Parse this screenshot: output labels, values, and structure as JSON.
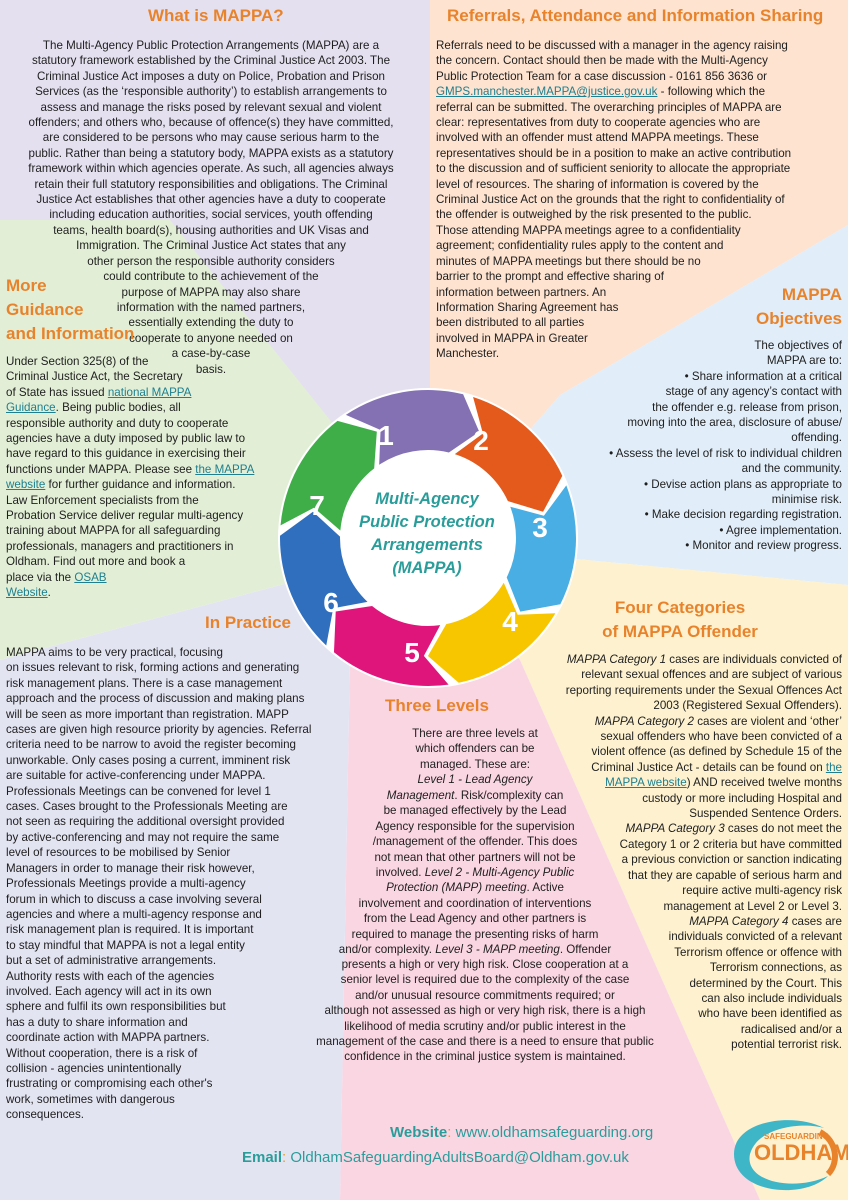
{
  "what_is": {
    "heading": "What is MAPPA?",
    "lines": [
      "The Multi-Agency Public Protection Arrangements (MAPPA) are a",
      "statutory framework established by the Criminal Justice Act 2003. The",
      "Criminal Justice Act imposes a duty on Police, Probation and Prison",
      "Services (as the ‘responsible authority’) to establish arrangements to",
      "assess and manage the risks posed by relevant sexual and violent",
      "offenders; and others who, because of offence(s) they have committed,",
      "are considered to be persons who may cause serious harm to the",
      "public. Rather than being a statutory body, MAPPA exists as a statutory",
      "framework within which agencies operate. As such, all agencies always",
      "retain their full statutory responsibilities and obligations. The Criminal",
      "Justice Act establishes that other agencies have a duty to cooperate",
      "including education authorities, social services, youth offending",
      "teams, health board(s), housing authorities and UK Visas and",
      "Immigration. The Criminal Justice Act states that any",
      "other person the responsible authority considers",
      "could contribute to the achievement of the",
      "purpose of MAPPA may also share",
      "information with the named partners,",
      "essentially extending the duty to",
      "cooperate to anyone needed on",
      "a case-by-case",
      "basis."
    ]
  },
  "referrals": {
    "heading": "Referrals, Attendance and Information Sharing",
    "lines": [
      "Referrals need to be discussed with a manager in the agency raising",
      "the concern. Contact should then be made with the Multi-Agency",
      "Public Protection Team for a case discussion - 0161 856 3636 or"
    ],
    "email_link": "GMPS.manchester.MAPPA@justice.gov.uk",
    "after_link": " - following which the",
    "lines2": [
      "referral can be submitted. The overarching principles of MAPPA are",
      "clear: representatives from duty to cooperate agencies who are",
      "involved with an offender must attend MAPPA meetings. These",
      "representatives should be in a position to make an active contribution",
      "to the discussion and of sufficient seniority to allocate the appropriate",
      "level of resources. The sharing of information is covered by the",
      "Criminal Justice Act on the grounds that the right to confidentiality of",
      "the offender is outweighed by the risk presented to the public.",
      "Those attending MAPPA meetings agree to a confidentiality",
      "agreement; confidentiality rules apply to the content and",
      "minutes of MAPPA meetings but there should be no",
      "barrier to the prompt and effective sharing of",
      "information between partners. An",
      "Information Sharing Agreement has",
      "been distributed to all parties",
      "involved in MAPPA in Greater",
      "Manchester."
    ]
  },
  "guidance": {
    "heading_lines": [
      "More",
      "Guidance",
      "and Information"
    ],
    "line1": "Under Section 325(8) of the",
    "line2": "Criminal Justice Act, the Secretary",
    "line3_pre": "of State has issued ",
    "link1a": "national MAPPA",
    "link1b": "Guidance",
    "line4_post": ". Being public bodies, all",
    "lines_mid": [
      "responsible authority and duty to cooperate",
      "agencies have a duty imposed by public law to",
      "have regard to this guidance in exercising their",
      "functions under MAPPA. Please see "
    ],
    "link2a": "the MAPPA",
    "link2b": "website",
    "line_after2": " for further guidance and information.",
    "lines_end": [
      "Law Enforcement specialists from the",
      "Probation Service deliver regular multi-agency",
      "training about MAPPA for all safeguarding",
      "professionals, managers and practitioners in",
      "Oldham. Find out more and book a",
      "place via the "
    ],
    "link3a": "OSAB",
    "link3b": "Website",
    "final": "."
  },
  "objectives": {
    "heading_lines": [
      "MAPPA",
      "Objectives"
    ],
    "intro": [
      "The objectives of",
      "MAPPA are to:"
    ],
    "bullets": [
      "• Share information at a critical",
      "stage of any agency’s contact with",
      "the offender e.g. release from prison,",
      "moving into the area, disclosure of abuse/",
      "offending.",
      "• Assess the level of risk to individual children",
      "and the community.",
      "• Devise action plans as appropriate to",
      "minimise risk.",
      "• Make decision regarding registration.",
      "• Agree implementation.",
      "• Monitor and review progress."
    ]
  },
  "center": {
    "title_lines": [
      "Multi-Agency",
      "Public Protection",
      "Arrangements",
      "(MAPPA)"
    ],
    "segments": [
      "1",
      "2",
      "3",
      "4",
      "5",
      "6",
      "7"
    ],
    "segment_colors": [
      "#8471b3",
      "#e35a1c",
      "#49aee3",
      "#f7c600",
      "#e0157b",
      "#2f6fbd",
      "#3fae49"
    ]
  },
  "practice": {
    "heading": "In Practice",
    "lines": [
      "MAPPA aims to be very practical, focusing",
      "on issues relevant to risk, forming actions and generating",
      "risk management plans. There is a case management",
      "approach and the process of discussion and making plans",
      "will be seen as more important than registration. MAPP",
      "cases are given high resource priority by agencies. Referral",
      "criteria need to be narrow to avoid the register becoming",
      "unworkable. Only cases posing a current, imminent risk",
      "are suitable for active-conferencing under MAPPA.",
      "Professionals Meetings can be convened for level 1",
      "cases. Cases brought to the Professionals Meeting are",
      "not seen as requiring the additional oversight provided",
      "by active-conferencing and may not require the same",
      "level of resources to be mobilised by Senior",
      "Managers in order to manage their risk however,",
      "Professionals Meetings provide a multi-agency",
      "forum in which to discuss a case involving several",
      "agencies and where a multi-agency response and",
      "risk management plan is required. It is important",
      "to stay mindful that MAPPA is not a legal entity",
      "but a set of administrative arrangements.",
      "Authority rests with each of the agencies",
      "involved. Each agency will act in its own",
      "sphere and fulfil its own responsibilities but",
      "has a duty to share information and",
      "coordinate action with MAPPA partners.",
      "Without cooperation, there is a risk of",
      "collision - agencies unintentionally",
      "frustrating or compromising each other's",
      "work, sometimes with dangerous",
      "consequences."
    ]
  },
  "levels": {
    "heading": "Three Levels",
    "lines": [
      "There are three levels at",
      "which offenders can be",
      "managed. These are:"
    ],
    "l1_label": "Level 1 - Lead Agency",
    "l1_label2": "Management",
    "l1_text": ". Risk/complexity can",
    "lines_b": [
      "be managed effectively by the Lead",
      "Agency responsible for the supervision",
      "/management of the offender. This does",
      "not mean that other partners will not be"
    ],
    "involved": "involved. ",
    "l2_label": "Level 2 - Multi-Agency Public",
    "l2_label2": "Protection (MAPP) meeting",
    "l2_text": ". Active",
    "lines_c": [
      "involvement and coordination of interventions",
      "from the Lead Agency and other partners is",
      "required to manage the presenting risks of harm"
    ],
    "complexity": "and/or complexity. ",
    "l3_label": "Level 3 - MAPP meeting",
    "l3_text": ". Offender",
    "lines_d": [
      "presents a high or very high risk. Close cooperation at a",
      "senior level is required due to the complexity of the case",
      "and/or unusual resource commitments required; or",
      "although not assessed as high or very high risk, there is a high",
      "likelihood of media scrutiny and/or public interest in the",
      "management of the case and there is a need to ensure that public",
      "confidence in the criminal justice system is maintained."
    ]
  },
  "categories": {
    "heading_lines": [
      "Four Categories",
      "of MAPPA Offender"
    ],
    "c1_label": "MAPPA Category 1",
    "c1_lines": [
      " cases are individuals convicted of",
      "relevant sexual offences and are subject of various",
      "reporting requirements under the Sexual Offences Act",
      "2003 (Registered Sexual Offenders)."
    ],
    "c2_label": "MAPPA Category 2",
    "c2_first": " cases are violent and ‘other’",
    "c2_lines": [
      "sexual offenders who have been convicted of a",
      "violent offence (as defined by Schedule 15 of the",
      "Criminal Justice Act - details can be found on "
    ],
    "c2_link_a": "the",
    "c2_link_b": "MAPPA website",
    "c2_after": ") AND received twelve months",
    "c2_lines2": [
      "custody or more including Hospital and",
      "Suspended Sentence Orders."
    ],
    "c3_label": "MAPPA Category 3",
    "c3_first": " cases do not meet the",
    "c3_lines": [
      "Category 1 or 2 criteria but have committed",
      "a previous conviction or sanction indicating",
      "that they are capable of serious harm and",
      "require active multi-agency risk",
      "management at Level 2 or Level 3."
    ],
    "c4_label": "MAPPA Category 4",
    "c4_first": " cases are",
    "c4_lines": [
      "individuals convicted of a relevant",
      "Terrorism offence or offence with",
      "Terrorism connections, as",
      "determined by the Court. This",
      "can also include individuals",
      "who have been identified as",
      "radicalised and/or a",
      "potential terrorist risk."
    ]
  },
  "footer": {
    "website_label": "Website",
    "website_value": "www.oldhamsafeguarding.org",
    "email_label": "Email",
    "email_value": "OldhamSafeguardingAdultsBoard@Oldham.gov.uk",
    "sep": ": "
  },
  "logo": {
    "top": "SAFEGUARDING",
    "bottom": "OLDHAM"
  }
}
